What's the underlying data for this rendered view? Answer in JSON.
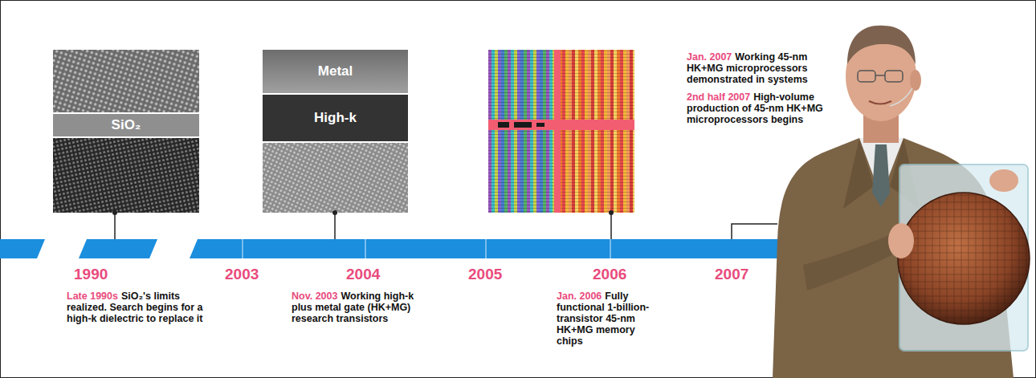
{
  "diagram": {
    "nodes": [
      {
        "text": [
          "SiO₂"
        ]
      },
      {
        "text": [
          "Metal"
        ]
      },
      {
        "text": [
          "High-k"
        ]
      }
    ],
    "labels": [
      "1990",
      "Late 1990s",
      "SiO₂'s limits realized. Search begins for a high-k dielectric to replace it",
      "2003",
      "2004",
      "Nov. 2003",
      "Working high-k plus metal gate (HK+MG) research transistors",
      "2005",
      "2006",
      "Jan. 2006",
      "Fully functional 1-billion-transistor 45-nm HK+MG memory chips",
      "2007",
      "Jan. 2007",
      "Working 45-nm HK+MG microprocessors demonstrated in systems",
      "2nd half 2007",
      "High-volume production of 45-nm HK+MG microprocessors begins"
    ]
  }
}
